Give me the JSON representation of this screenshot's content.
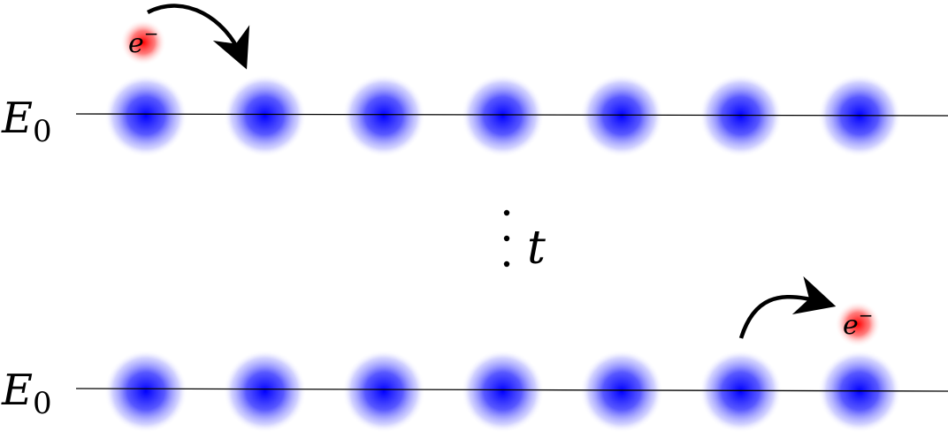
{
  "top_level": {
    "label": "E",
    "subscript": "0",
    "site_count": 7
  },
  "bottom_level": {
    "label": "E",
    "subscript": "0",
    "site_count": 7
  },
  "electron": {
    "symbol": "e",
    "charge": "−"
  },
  "time": {
    "symbol": "t"
  },
  "colors": {
    "site": "#0000ff",
    "electron": "#ff2020",
    "line": "#000000",
    "arrow": "#000000"
  }
}
